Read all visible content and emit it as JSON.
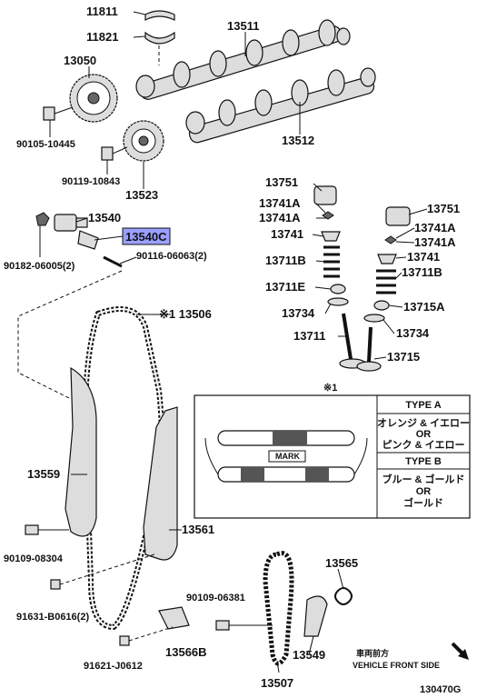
{
  "labels": {
    "p11811": "11811",
    "p11821": "11821",
    "p13511": "13511",
    "p13050": "13050",
    "p90105": "90105-10445",
    "p13512": "13512",
    "p90119": "90119-10843",
    "p13523": "13523",
    "p13751a": "13751",
    "p13741Aa": "13741A",
    "p13741Ab": "13741A",
    "p13741a": "13741",
    "p13711Ba": "13711B",
    "p13711E": "13711E",
    "p13734a": "13734",
    "p13711": "13711",
    "p13751b": "13751",
    "p13741Ac": "13741A",
    "p13741Ad": "13741A",
    "p13741b": "13741",
    "p13711Bb": "13711B",
    "p13715A": "13715A",
    "p13734b": "13734",
    "p13715": "13715",
    "p13540": "13540",
    "p13540C": "13540C",
    "p90182": "90182-06005(2)",
    "p90116": "90116-06063(2)",
    "p13506": "※1 13506",
    "p13559": "13559",
    "p90109a": "90109-08304",
    "p13561": "13561",
    "p91631": "91631-B0616(2)",
    "p90109b": "90109-06381",
    "p13565": "13565",
    "p13566B": "13566B",
    "p91621": "91621-J0612",
    "p13549": "13549",
    "p13507": "13507",
    "diagram_id": "130470G"
  },
  "inset": {
    "ref": "※1",
    "mark": "MARK",
    "type_a": "TYPE A",
    "type_a_line1": "オレンジ & イエロー",
    "type_a_or1": "OR",
    "type_a_line2": "ピンク & イエロー",
    "type_b": "TYPE B",
    "type_b_line1": "ブルー & ゴールド",
    "type_b_or": "OR",
    "type_b_line2": "ゴールド"
  },
  "direction": {
    "jp": "車両前方",
    "en": "VEHICLE FRONT SIDE"
  },
  "colors": {
    "highlight": "#9aa0ff",
    "ink": "#111111"
  }
}
